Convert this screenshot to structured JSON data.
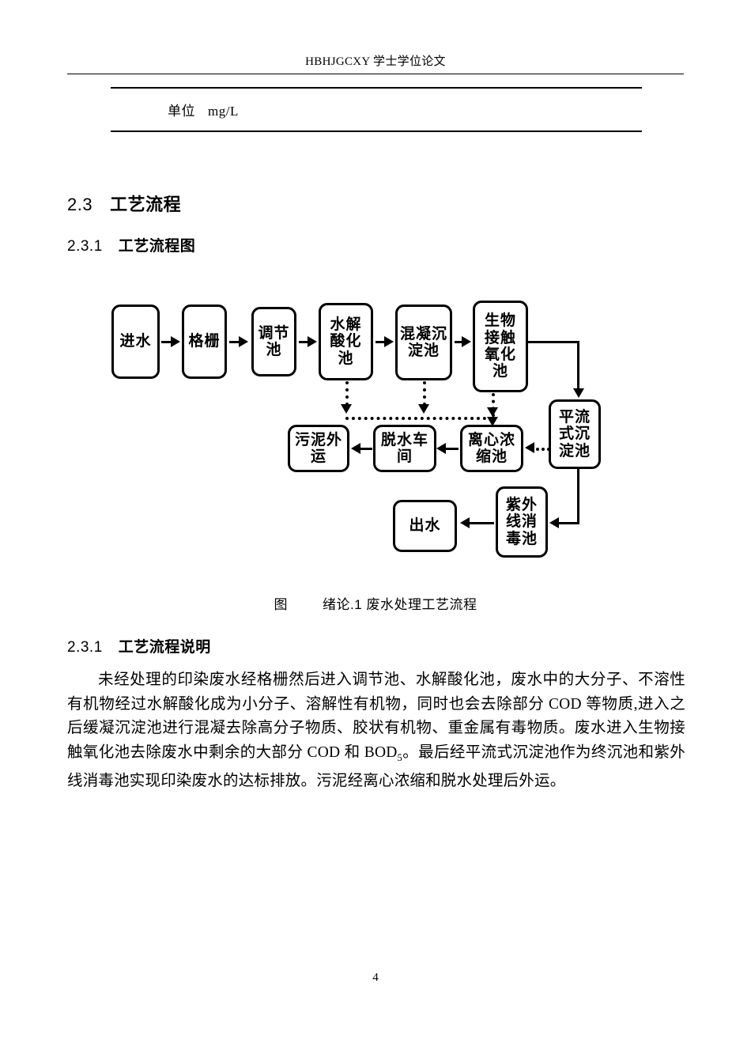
{
  "document": {
    "header_title": "HBHJGCXY 学士学位论文",
    "page_number": "4"
  },
  "table_fragment": {
    "unit_label": "单位",
    "unit_value": "mg/L"
  },
  "headings": {
    "section_number": "2.3",
    "section_title": "工艺流程",
    "subsection_1_number": "2.3.1",
    "subsection_1_title": "工艺流程图",
    "subsection_2_number": "2.3.1",
    "subsection_2_title": "工艺流程说明"
  },
  "figure": {
    "caption_label": "图",
    "caption_text": "绪论.1 废水处理工艺流程"
  },
  "flowchart": {
    "nodes": {
      "influent": "进水",
      "grille": "格栅",
      "regulating_tank": "调节池",
      "hydrolysis_acidification_tank": "水解酸化池",
      "coagulation_sedimentation_tank": "混凝沉淀池",
      "biological_contact_oxidation_tank": "生物接触氧化池",
      "horizontal_flow_sedimentation_tank": "平流式沉淀池",
      "centrifugal_thickening_tank": "离心浓缩池",
      "dewatering_workshop": "脱水车间",
      "sludge_transport": "污泥外运",
      "uv_disinfection_tank": "紫外线消毒池",
      "effluent": "出水"
    }
  },
  "body": {
    "paragraph": "未经处理的印染废水经格栅然后进入调节池、水解酸化池，废水中的大分子、不溶性有机物经过水解酸化成为小分子、溶解性有机物，同时也会去除部分 COD 等物质,进入之后缓凝沉淀池进行混凝去除高分子物质、胶状有机物、重金属有毒物质。废水进入生物接触氧化池去除废水中剩余的大部分 COD 和 BOD"
  }
}
